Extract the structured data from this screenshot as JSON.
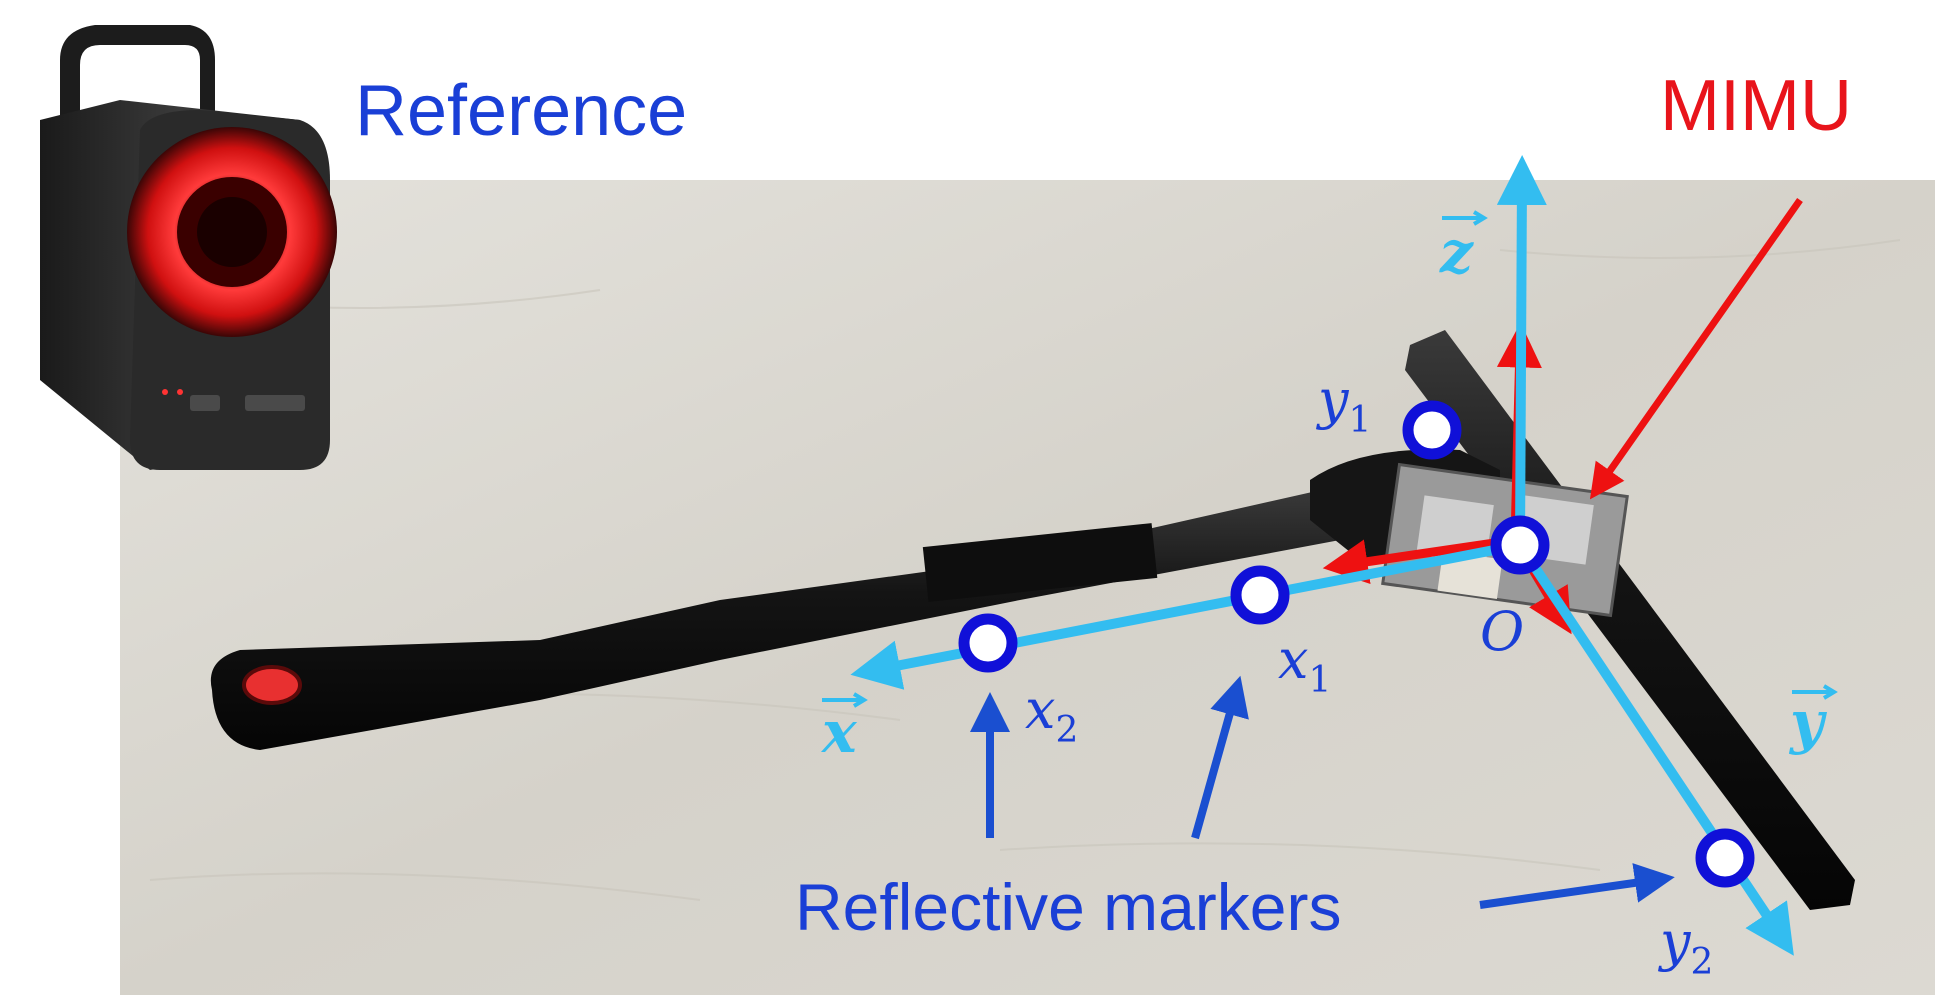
{
  "labels": {
    "reference": "Reference",
    "mimu": "MIMU",
    "reflective_markers": "Reflective markers"
  },
  "axes": {
    "x": "x",
    "y": "y",
    "z": "z",
    "origin": "O"
  },
  "markers": {
    "x1": {
      "base": "x",
      "sub": "1"
    },
    "x2": {
      "base": "x",
      "sub": "2"
    },
    "y1": {
      "base": "y",
      "sub": "1"
    },
    "y2": {
      "base": "y",
      "sub": "2"
    }
  },
  "colors": {
    "reference_text": "#1a3fd6",
    "mimu_text": "#e8141b",
    "axis_cyan": "#33bdf0",
    "marker_blue": "#1010d8",
    "marker_label_blue": "#1a3fd6",
    "pointer_blue": "#1a4fd0",
    "mimu_red": "#ee1111",
    "floor": "#d9d6cf",
    "bar": "#1b1b1b"
  },
  "icons": {
    "camera": "motion-capture-camera-icon"
  }
}
